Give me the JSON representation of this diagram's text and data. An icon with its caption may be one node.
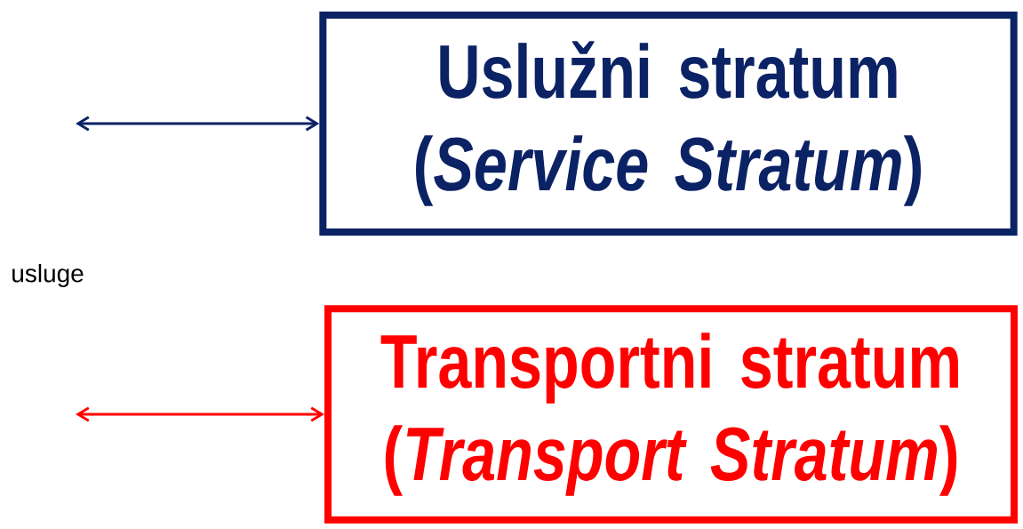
{
  "diagram": {
    "nodes": [
      {
        "text": [
          "Uslužni stratum (*Service Stratum*)"
        ]
      },
      {
        "text": [
          "Transportni stratum (*Transport Stratum*)"
        ]
      }
    ],
    "edges": [
      {
        "from": null,
        "to": 0,
        "arrow": "both",
        "color": "#0b2265"
      },
      {
        "from": null,
        "to": 1,
        "arrow": "both",
        "color": "#ff0000"
      }
    ],
    "labels": [
      "usluge"
    ]
  }
}
